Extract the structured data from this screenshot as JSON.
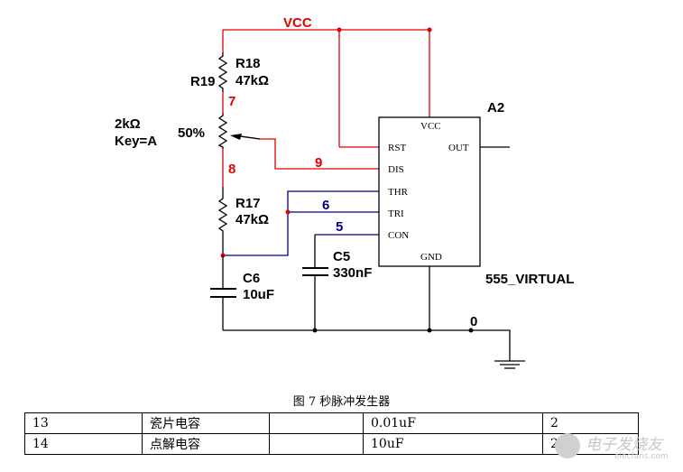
{
  "schematic": {
    "vcc": "VCC",
    "r18_name": "R18",
    "r18_value": "47kΩ",
    "r19_name": "R19",
    "pot_value": "2kΩ",
    "pot_key": "Key=A",
    "pot_percent": "50%",
    "r17_name": "R17",
    "r17_value": "47kΩ",
    "c6_name": "C6",
    "c6_value": "10uF",
    "c5_name": "C5",
    "c5_value": "330nF",
    "chip_name": "A2",
    "chip_model": "555_VIRTUAL",
    "ground_node": "0",
    "node_7": "7",
    "node_8": "8",
    "node_9": "9",
    "node_6": "6",
    "node_5": "5",
    "pins": {
      "vcc": "VCC",
      "rst": "RST",
      "out": "OUT",
      "dis": "DIS",
      "thr": "THR",
      "tri": "TRI",
      "con": "CON",
      "gnd": "GND"
    },
    "colors": {
      "red_wire": "#e00000",
      "blue_wire": "#000080",
      "black_wire": "#000000"
    }
  },
  "caption": "图 7 秒脉冲发生器",
  "table": {
    "rows": [
      [
        "13",
        "瓷片电容",
        "",
        "0.01uF",
        "2"
      ],
      [
        "14",
        "点解电容",
        "",
        "10uF",
        "2"
      ]
    ]
  },
  "watermark": {
    "text": "电子发烧友",
    "sub": "elecfans.com"
  }
}
